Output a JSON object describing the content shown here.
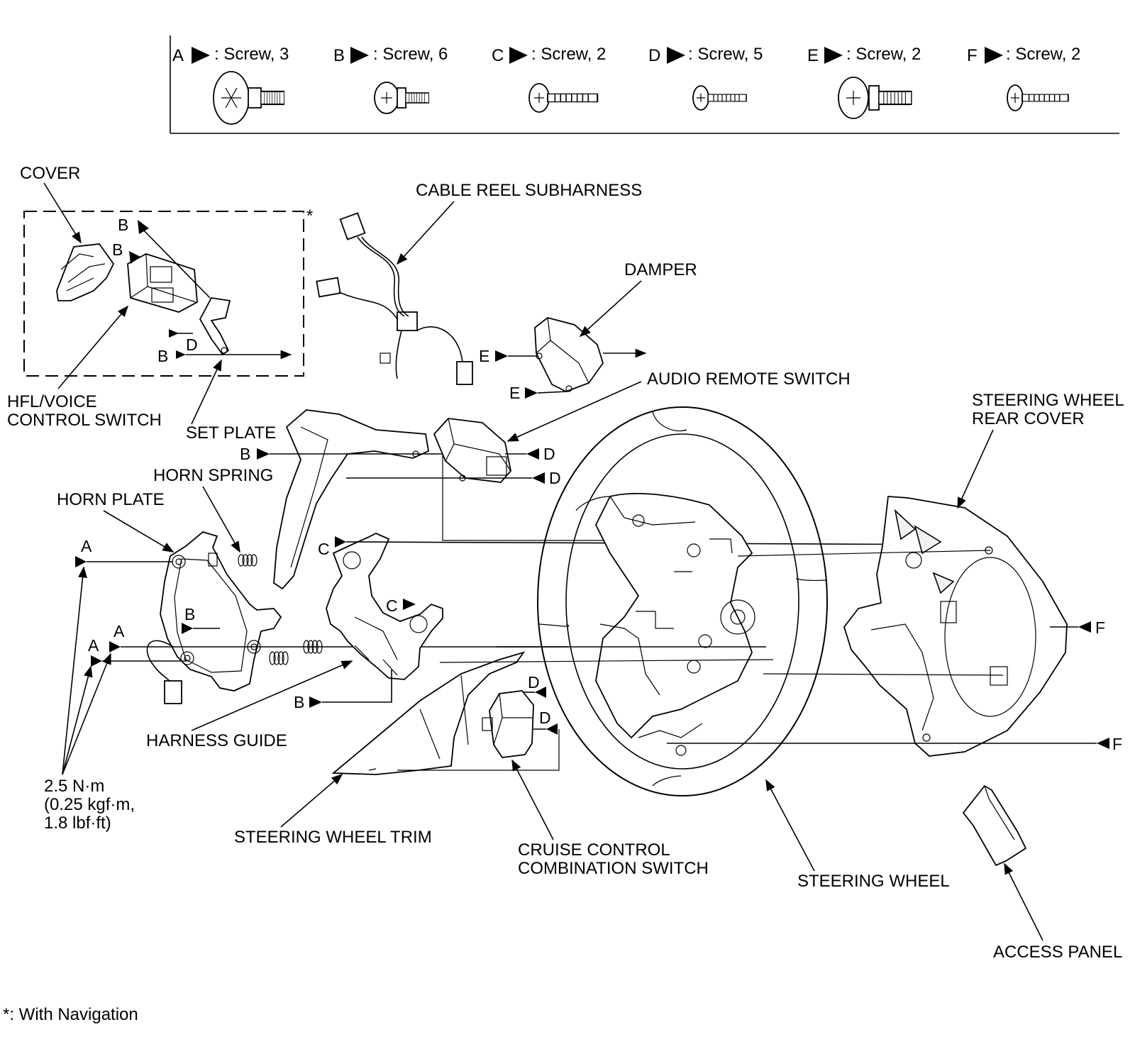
{
  "legend": [
    {
      "letter": "A",
      "text": ": Screw, 3"
    },
    {
      "letter": "B",
      "text": ": Screw, 6"
    },
    {
      "letter": "C",
      "text": ": Screw, 2"
    },
    {
      "letter": "D",
      "text": ": Screw, 5"
    },
    {
      "letter": "E",
      "text": ": Screw, 2"
    },
    {
      "letter": "F",
      "text": ": Screw, 2"
    }
  ],
  "labels": {
    "cover": "COVER",
    "cable_reel_subharness": "CABLE REEL SUBHARNESS",
    "damper": "DAMPER",
    "audio_remote_switch": "AUDIO REMOTE SWITCH",
    "hfl_line1": "HFL/VOICE",
    "hfl_line2": "CONTROL SWITCH",
    "set_plate": "SET PLATE",
    "rear_cover_line1": "STEERING WHEEL",
    "rear_cover_line2": "REAR COVER",
    "horn_spring": "HORN SPRING",
    "horn_plate": "HORN PLATE",
    "harness_guide": "HARNESS GUIDE",
    "torque_line1": "2.5 N·m",
    "torque_line2": "(0.25 kgf·m,",
    "torque_line3": "1.8 lbf·ft)",
    "steering_wheel_trim": "STEERING WHEEL TRIM",
    "cruise_line1": "CRUISE CONTROL",
    "cruise_line2": "COMBINATION SWITCH",
    "steering_wheel": "STEERING WHEEL",
    "access_panel": "ACCESS PANEL",
    "asterisk": "*",
    "footnote": "*: With Navigation"
  },
  "callouts": {
    "a": "A",
    "b": "B",
    "c": "C",
    "d": "D",
    "e": "E",
    "f": "F"
  }
}
